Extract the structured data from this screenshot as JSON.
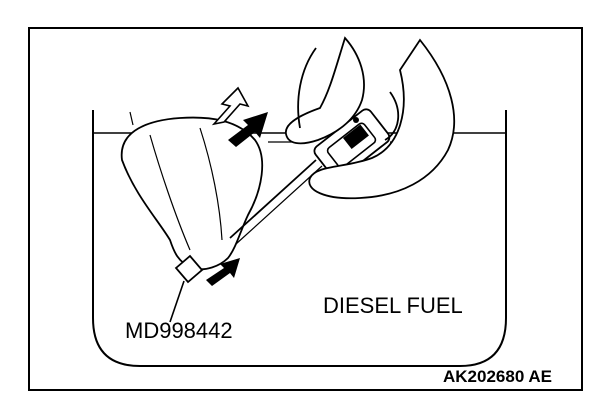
{
  "labels": {
    "tool": "MD998442",
    "fluid": "DIESEL FUEL",
    "figure_code": "AK202680 AE"
  },
  "colors": {
    "ink": "#000000",
    "paper": "#ffffff"
  },
  "icons": {
    "hand": "hand-illustration",
    "tool": "air-bleed-tool-illustration",
    "injector": "injector-body-illustration"
  }
}
